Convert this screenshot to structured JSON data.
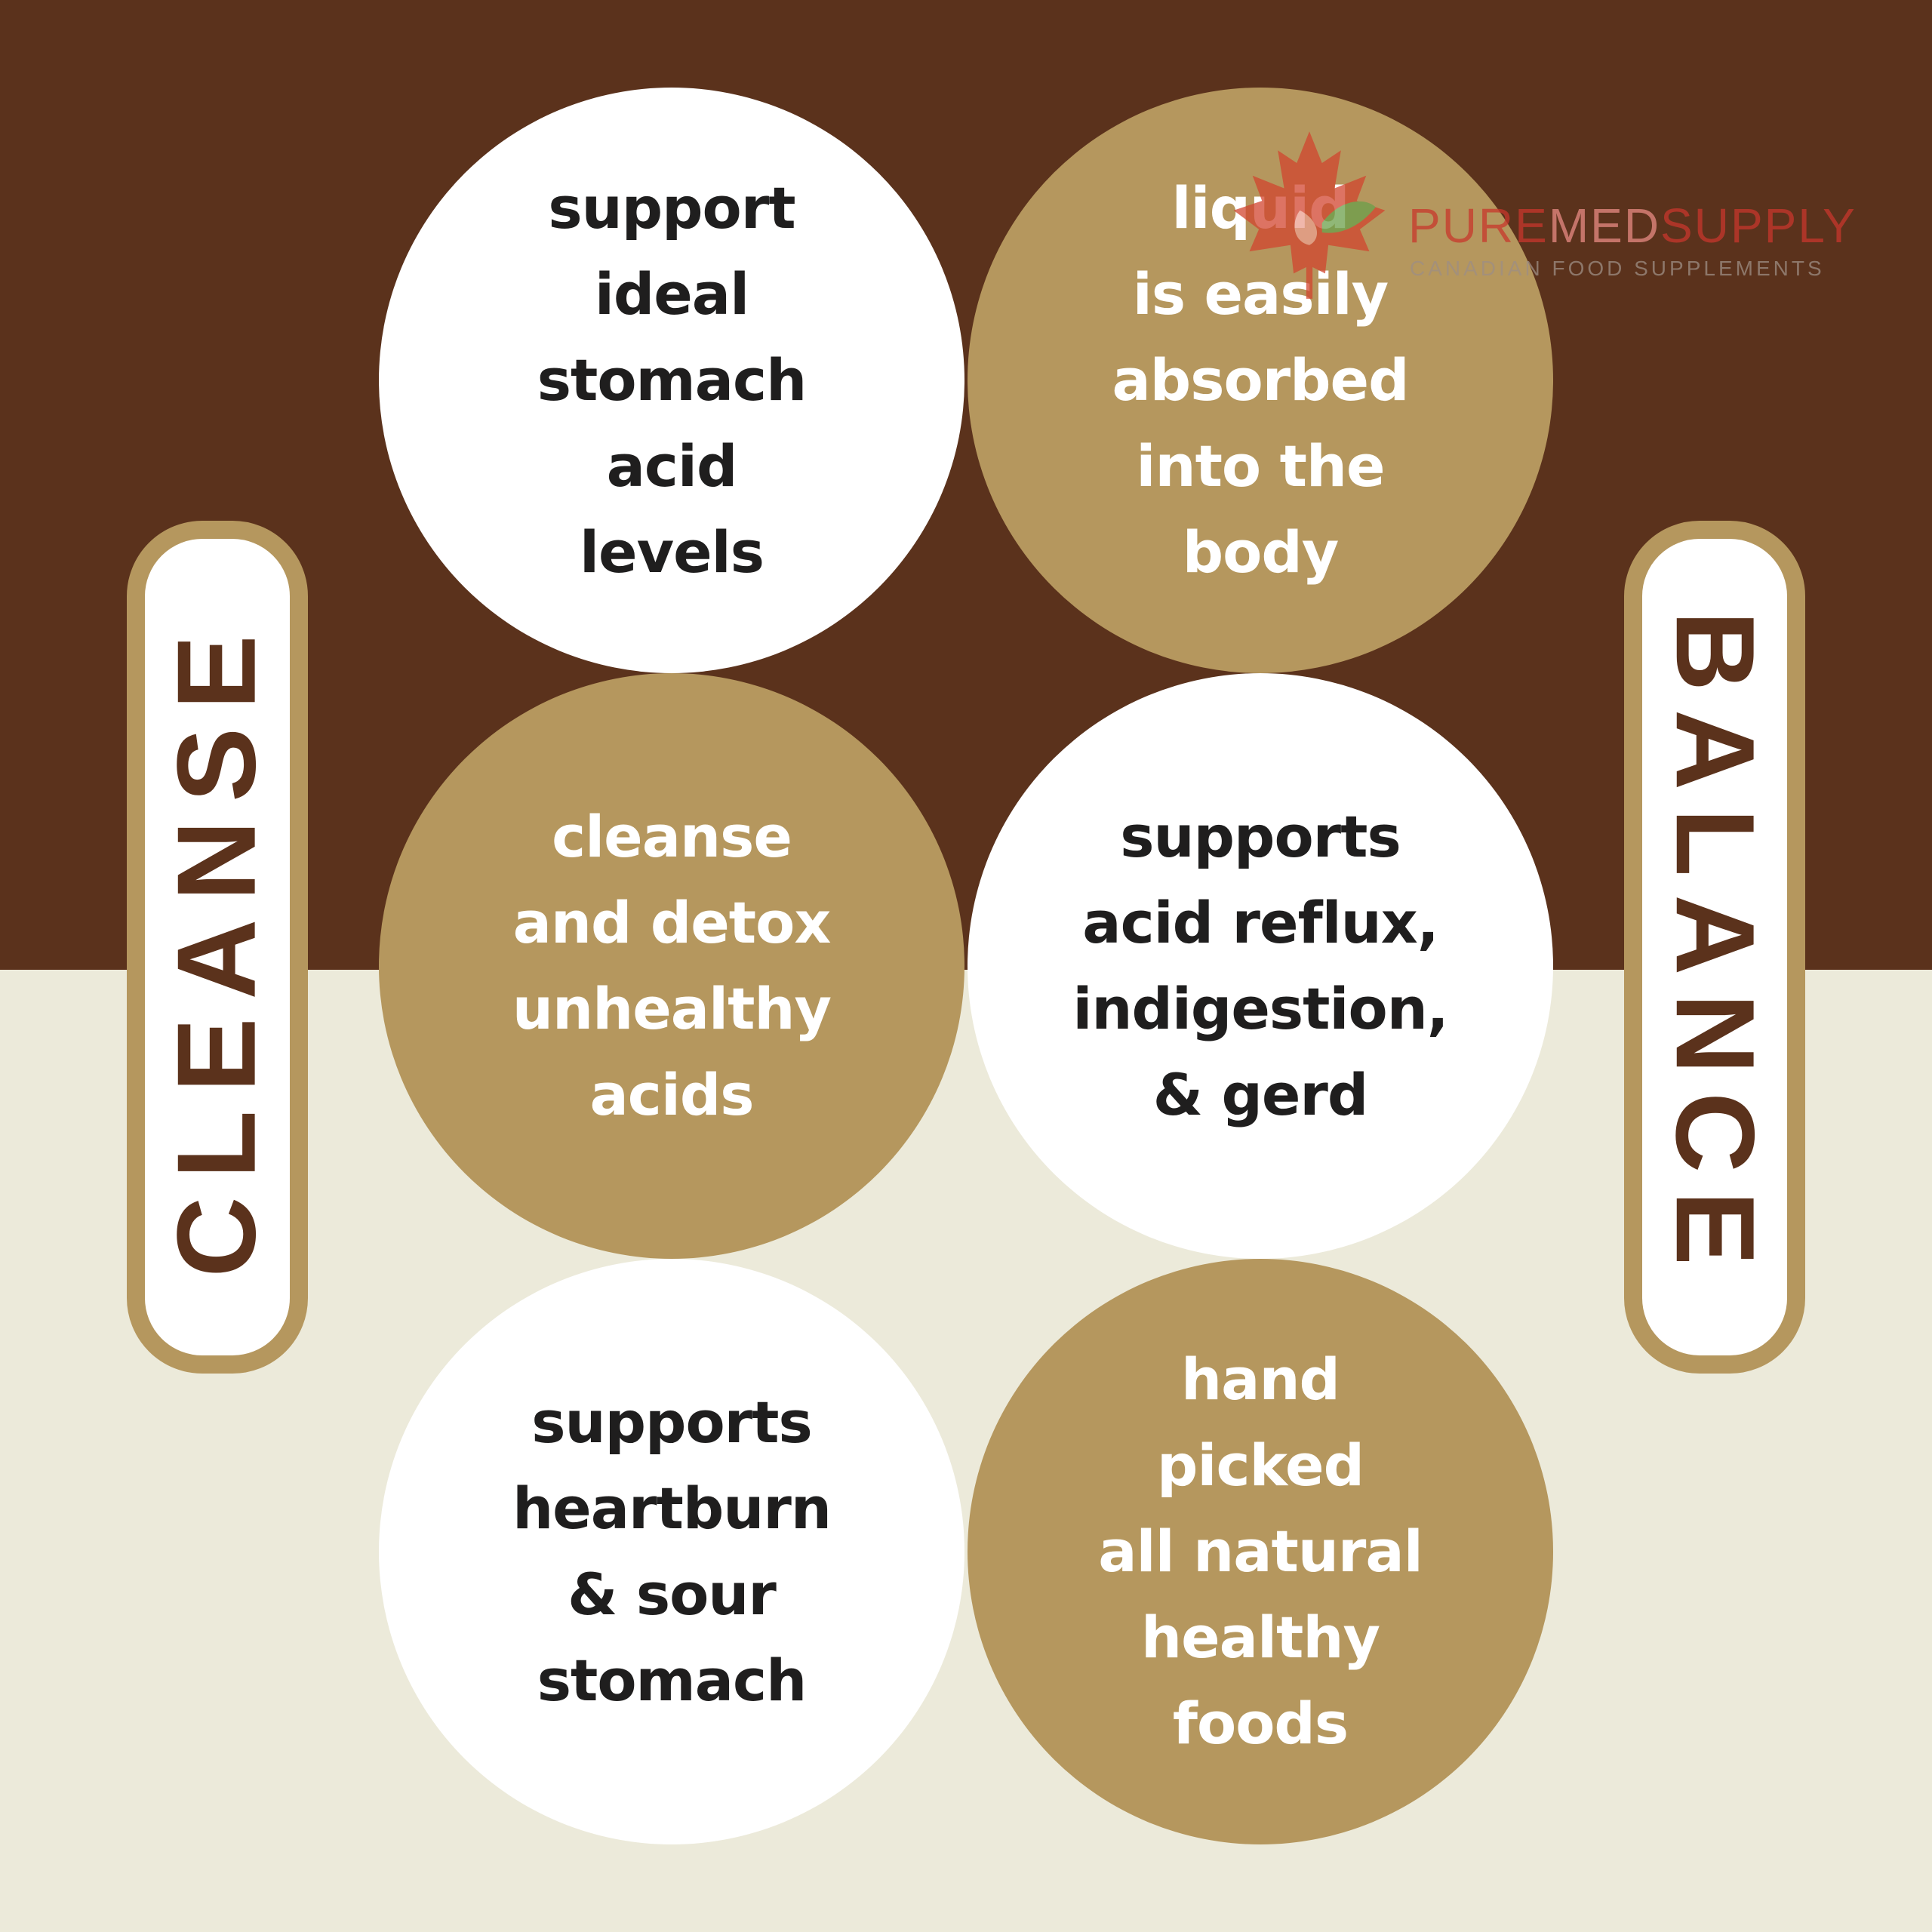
{
  "colors": {
    "top_band": "#5B321C",
    "bottom_band": "#ECEADA",
    "tan": "#B5975E",
    "white": "#FFFFFF",
    "dark_text": "#1F1E1E"
  },
  "labels": {
    "left": "CLEANSE",
    "right": "BALANCE"
  },
  "bubbles": [
    {
      "lines": [
        "support",
        "ideal",
        "stomach",
        "acid",
        "levels"
      ],
      "style": "white"
    },
    {
      "lines": [
        "liquid",
        "is easily",
        "absorbed",
        "into the",
        "body"
      ],
      "style": "tan"
    },
    {
      "lines": [
        "cleanse",
        "and detox",
        "unhealthy",
        "acids"
      ],
      "style": "tan"
    },
    {
      "lines": [
        "supports",
        "acid reflux,",
        "indigestion,",
        "& gerd"
      ],
      "style": "white"
    },
    {
      "lines": [
        "supports",
        "heartburn",
        "& sour",
        "stomach"
      ],
      "style": "white"
    },
    {
      "lines": [
        "hand",
        "picked",
        "all natural",
        "healthy",
        "foods"
      ],
      "style": "tan"
    }
  ],
  "watermark": {
    "brand_part1": "PURE",
    "brand_part2": "MED",
    "brand_part3": "SUPPLY",
    "tagline": "CANADIAN FOOD SUPPLEMENTS",
    "icon": "maple-leaf-icon"
  }
}
